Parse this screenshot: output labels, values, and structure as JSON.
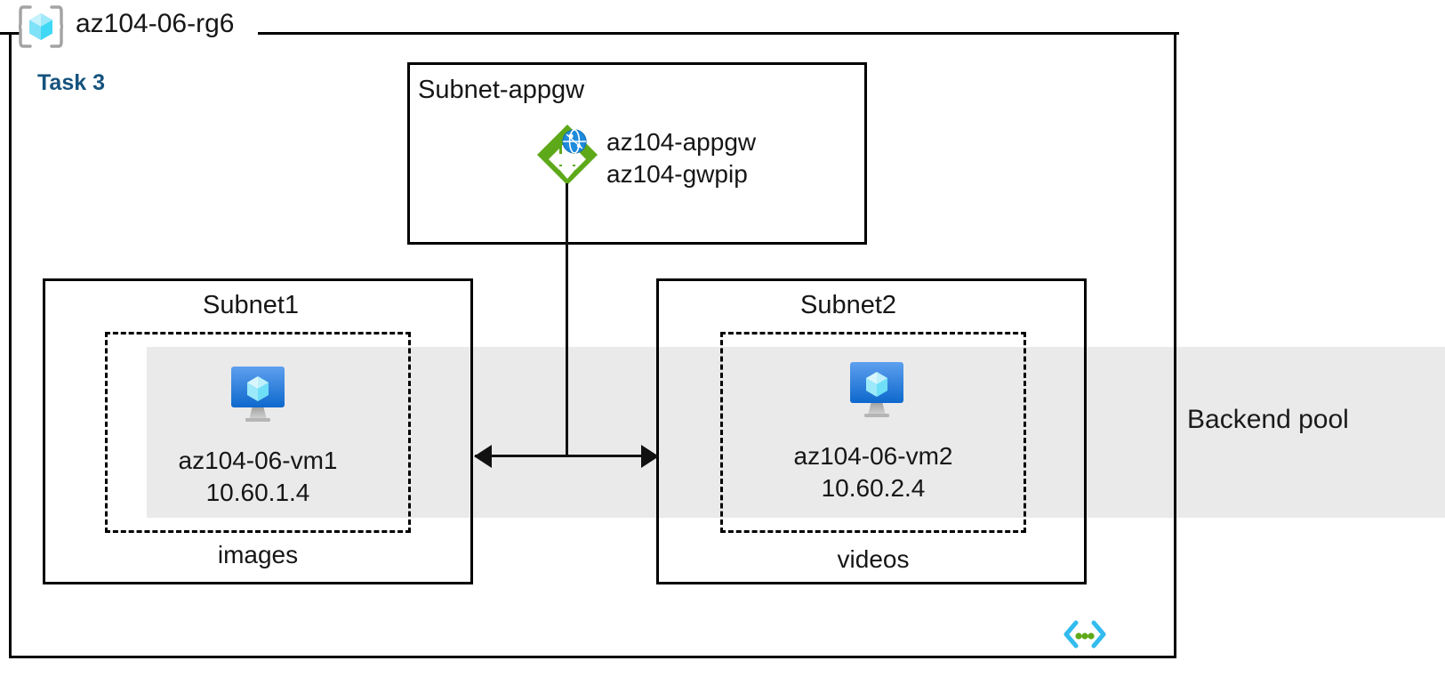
{
  "diagram": {
    "title": "az104-06-rg6",
    "task_label": "Task 3",
    "icons": {
      "resource_group": "resource-group-icon",
      "application_gateway": "application-gateway-icon",
      "virtual_machine": "virtual-machine-icon",
      "code_brackets": "code-brackets-icon"
    },
    "colors": {
      "task_text": "#16537e",
      "backend_band": "#eaeaea",
      "border": "#000000",
      "appgw_green": "#59a616",
      "vm_blue": "#0f76d4",
      "cube_cyan": "#9fe9fb"
    }
  },
  "backend_pool": {
    "label": "Backend pool"
  },
  "subnets": [
    {
      "id": "subnet-appgw",
      "title": "Subnet-appgw",
      "resources": [
        {
          "name": "az104-appgw"
        },
        {
          "name": "az104-gwpip"
        }
      ]
    },
    {
      "id": "subnet1",
      "title": "Subnet1",
      "inner_label": "images",
      "vm": {
        "name": "az104-06-vm1",
        "ip": "10.60.1.4"
      }
    },
    {
      "id": "subnet2",
      "title": "Subnet2",
      "inner_label": "videos",
      "vm": {
        "name": "az104-06-vm2",
        "ip": "10.60.2.4"
      }
    }
  ]
}
